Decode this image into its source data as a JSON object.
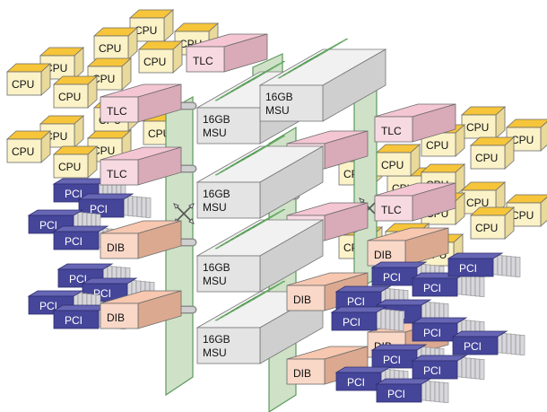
{
  "labels": {
    "cpu": "CPU",
    "tlc": "TLC",
    "pci": "PCI",
    "dib": "DIB",
    "msu_line1": "16GB",
    "msu_line2": "MSU"
  },
  "colors": {
    "cpu_top": "#f6c53a",
    "cpu_front": "#fbf2c8",
    "cpu_side": "#e9d99a",
    "tlc_top": "#f4c6d3",
    "tlc_front": "#f7d9e2",
    "tlc_side": "#d9aab8",
    "dib_top": "#f7c7b0",
    "dib_front": "#f9d8c8",
    "dib_side": "#dba98f",
    "pci_blue": "#45459a",
    "pci_grey": "#d7d7dc",
    "msu_box": "#e4e4e4",
    "memory_green": "#8fcf8a",
    "backplane": "#cfe2c8",
    "backplane_edge": "#5e9a5e",
    "connector": "#cfcfcf"
  },
  "icons": {
    "crossbar": "crossbar-arrows-icon"
  }
}
